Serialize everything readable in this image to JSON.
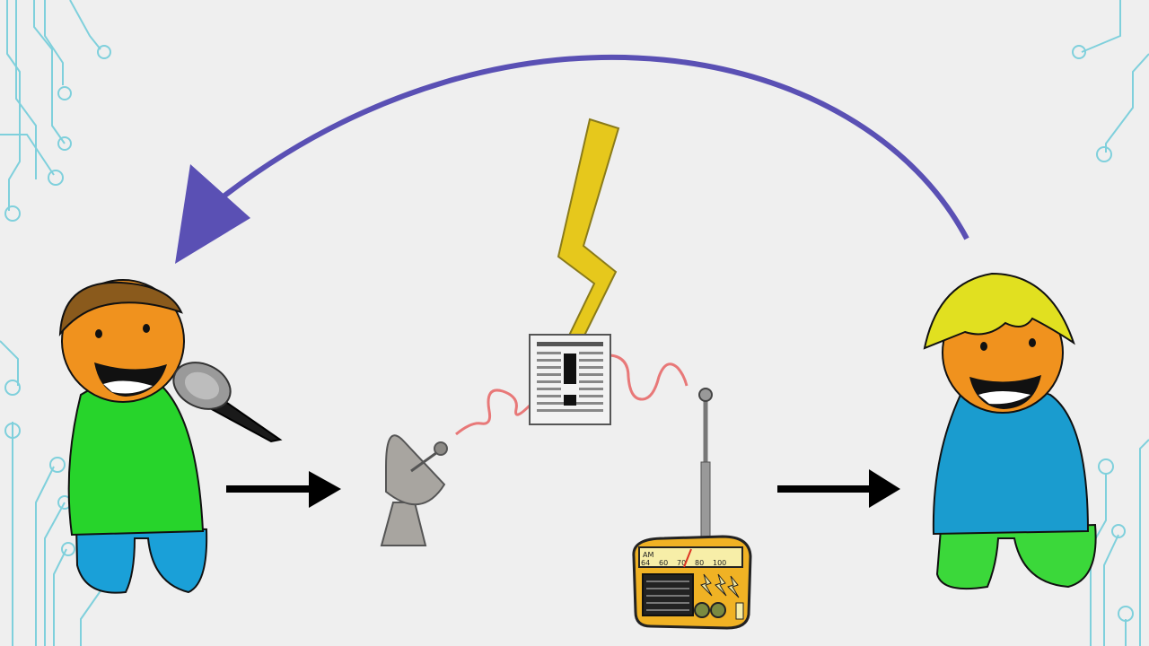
{
  "diagram": {
    "title": "",
    "nodes": [
      {
        "id": "speaker",
        "label": ""
      },
      {
        "id": "transmitter-dish",
        "label": ""
      },
      {
        "id": "noise-source",
        "label": ""
      },
      {
        "id": "radio-receiver",
        "label": ""
      },
      {
        "id": "listener",
        "label": ""
      }
    ],
    "edges": [
      {
        "from": "speaker",
        "to": "transmitter-dish",
        "kind": "arrow"
      },
      {
        "from": "transmitter-dish",
        "to": "noise-source",
        "kind": "signal-wave"
      },
      {
        "from": "noise-source",
        "to": "radio-receiver",
        "kind": "signal-wave"
      },
      {
        "from": "radio-receiver",
        "to": "listener",
        "kind": "arrow"
      },
      {
        "from": "listener",
        "to": "speaker",
        "kind": "feedback-arc"
      }
    ]
  },
  "radio": {
    "band": "AM",
    "dial_marks": [
      "64",
      "60",
      "70",
      "80",
      "100"
    ]
  },
  "colors": {
    "background": "#efefef",
    "feedback_arrow": "#5a50b4",
    "signal_wave": "#e87878",
    "lightning": "#e6c81c",
    "circuit_lines": "#7fd0dc",
    "speaker_shirt": "#27d42b",
    "speaker_hair": "#8a5a1c",
    "listener_shirt": "#1a9ccf",
    "listener_hair": "#e1e020",
    "pants_speaker": "#1aa0d8",
    "pants_listener": "#3bd83a",
    "skin": "#f0921e"
  }
}
